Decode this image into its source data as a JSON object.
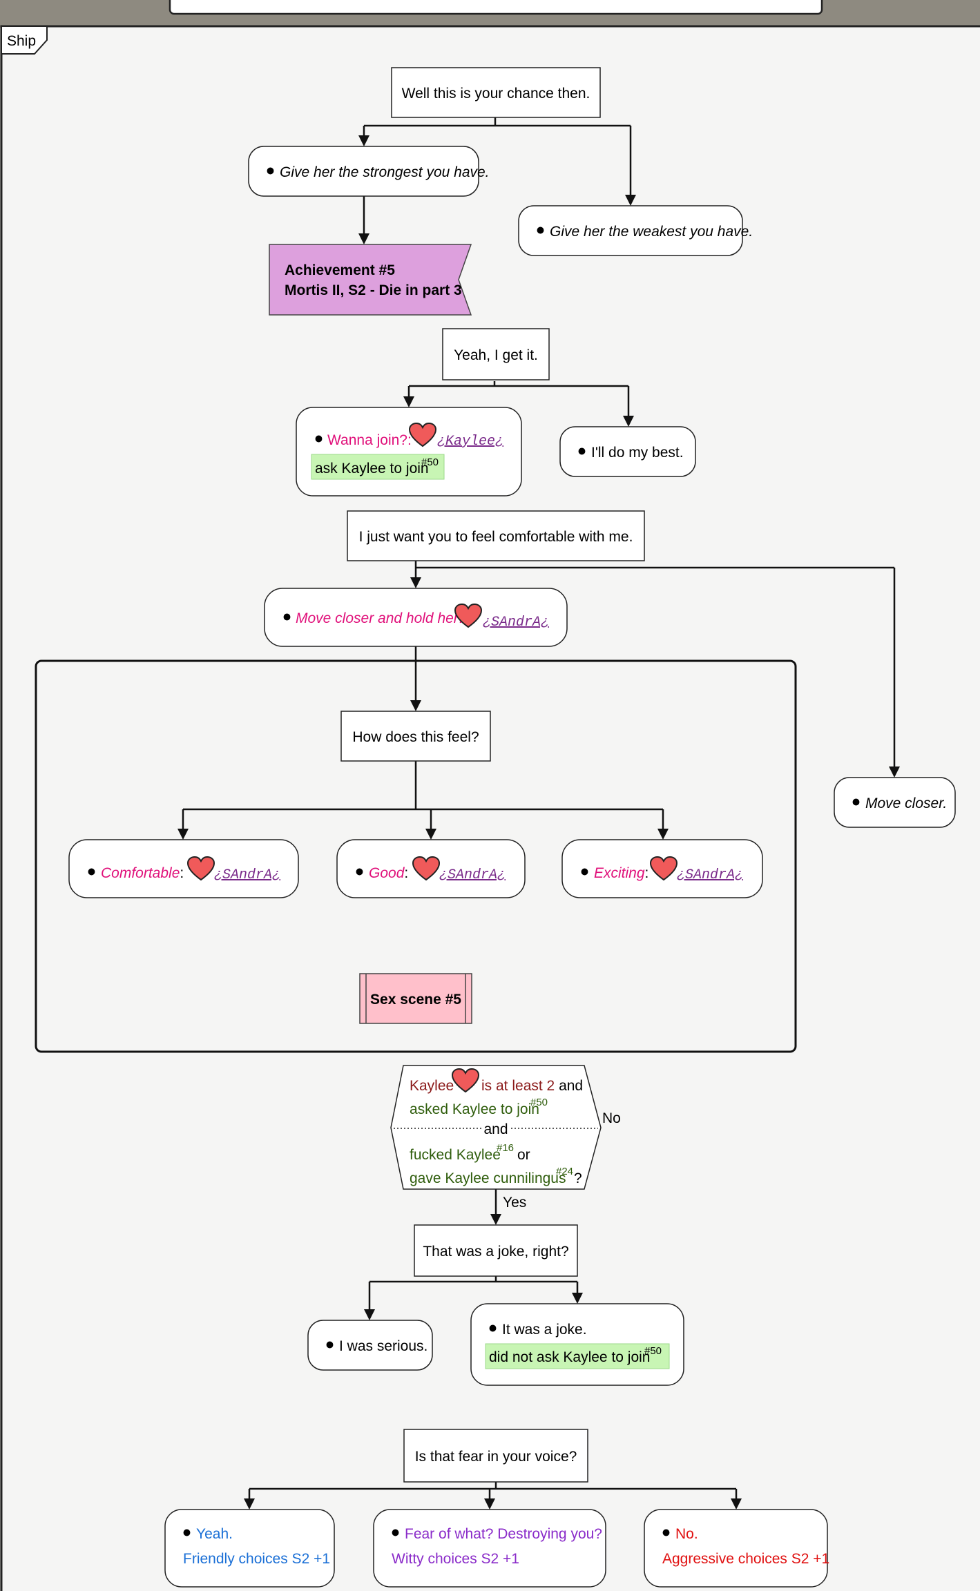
{
  "frame": {
    "label": "Ship"
  },
  "nodes": {
    "q1": "Well this is your chance then.",
    "a1_strong": "Give her the strongest you have.",
    "a1_weak": "Give her the weakest you have.",
    "achievement_line1": "Achievement #5",
    "achievement_line2": "Mortis II, S2 - Die in part 3",
    "q2": "Yeah, I get it.",
    "a2_join": "Wanna join?",
    "a2_join_char": "¿Kaylee¿",
    "a2_join_note": "ask Kaylee to join",
    "a2_join_ref": "#50",
    "a2_best": "I'll do my best.",
    "q3": "I just want you to feel comfortable with me.",
    "a3_hold": "Move closer and hold her",
    "a3_hold_char": "¿SAndrA¿",
    "a3_closer": "Move closer.",
    "q4": "How does this feel?",
    "a4_comfortable": "Comfortable",
    "a4_good": "Good",
    "a4_exciting": "Exciting",
    "a4_char": "¿SAndrA¿",
    "sex_scene": "Sex scene #5",
    "cond_kaylee": "Kaylee",
    "cond_atleast": "is at least 2",
    "cond_and1": "and",
    "cond_asked": "asked Kaylee to join",
    "cond_ref50": "#50",
    "cond_and2": "and",
    "cond_fucked": "fucked Kaylee",
    "cond_ref16": "#16",
    "cond_or": "or",
    "cond_gave": "gave Kaylee cunnilingus",
    "cond_ref24": "#24",
    "cond_q": "?",
    "no_label": "No",
    "yes_label": "Yes",
    "q5": "That was a joke, right?",
    "a5_serious": "I was serious.",
    "a5_joke": "It was a joke.",
    "a5_joke_note": "did not ask Kaylee to join",
    "a5_joke_ref": "#50",
    "q6": "Is that fear in your voice?",
    "a6_yeah": "Yeah.",
    "a6_yeah_effect": "Friendly choices S2 +1",
    "a6_fear": "Fear of what? Destroying you?",
    "a6_fear_effect": "Witty choices S2 +1",
    "a6_no": "No.",
    "a6_no_effect": "Aggressive choices S2 +1"
  },
  "colors": {
    "achievement": "#dda0dd",
    "sex_scene": "#ffc0cb",
    "heart": "#f05a5a",
    "highlight": "#c8f5b4"
  }
}
